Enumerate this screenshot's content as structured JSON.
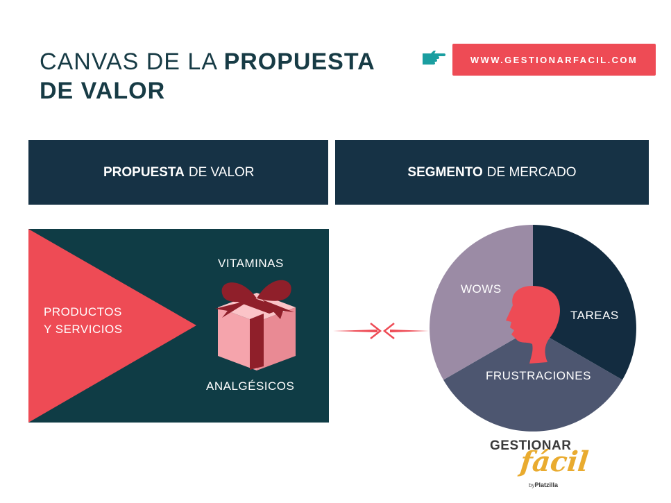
{
  "title": {
    "regular": "CANVAS DE LA ",
    "bold_1": "PROPUESTA",
    "bold_2": "DE VALOR"
  },
  "badge": {
    "url": "WWW.GESTIONARFACIL.COM",
    "icon": "pointing-hand-icon",
    "color": "#ee4b55"
  },
  "headers": {
    "left": {
      "bold": "PROPUESTA",
      "regular": "DE VALOR"
    },
    "right": {
      "bold": "SEGMENTO",
      "regular": "DE MERCADO"
    }
  },
  "value_map": {
    "products": {
      "line1": "PRODUCTOS",
      "line2": "Y SERVICIOS"
    },
    "gains_creators": "VITAMINAS",
    "pain_relievers": "ANALGÉSICOS",
    "icon": "gift-icon"
  },
  "customer_profile": {
    "segments": {
      "jobs": "TAREAS",
      "pains": "FRUSTRACIONES",
      "gains": "WOWS"
    },
    "icon": "face-profile-icon"
  },
  "logo": {
    "line1": "GESTIONAR",
    "script": "fácil",
    "by": "by",
    "brand": "Platzilla"
  },
  "colors": {
    "navy": "#163245",
    "teal_dark": "#0f3c45",
    "red": "#ee4b55",
    "pie_jobs": "#132c40",
    "pie_pains": "#4d5670",
    "pie_gains": "#9b8ba5",
    "gift_pink": "#f5a4ac",
    "gift_ribbon": "#8f1f2a",
    "logo_gold": "#e9ab2f"
  }
}
